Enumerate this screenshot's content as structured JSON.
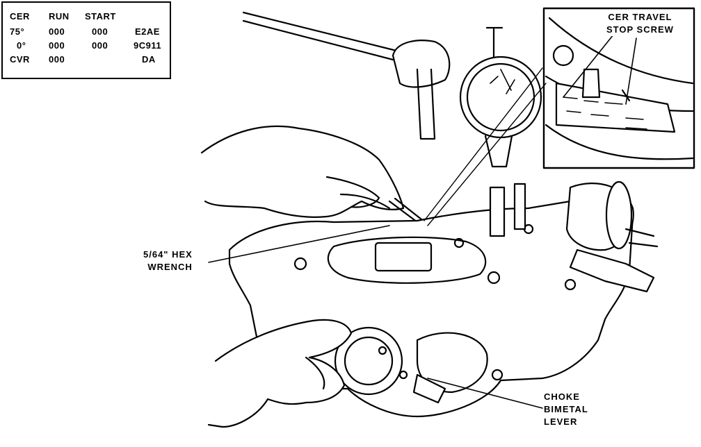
{
  "spec_table": {
    "headers": [
      "CER",
      "RUN",
      "START",
      ""
    ],
    "rows": [
      [
        "75°",
        "000",
        "000",
        "E2AE"
      ],
      [
        "0°",
        "000",
        "000",
        "9C911"
      ],
      [
        "CVR",
        "000",
        "",
        "DA"
      ]
    ]
  },
  "callouts": {
    "cer_stop_screw": [
      "CER TRAVEL",
      "STOP SCREW"
    ],
    "hex_wrench": [
      "5/64\" HEX",
      "WRENCH"
    ],
    "choke_lever": [
      "CHOKE",
      "BIMETAL",
      "LEVER"
    ]
  }
}
